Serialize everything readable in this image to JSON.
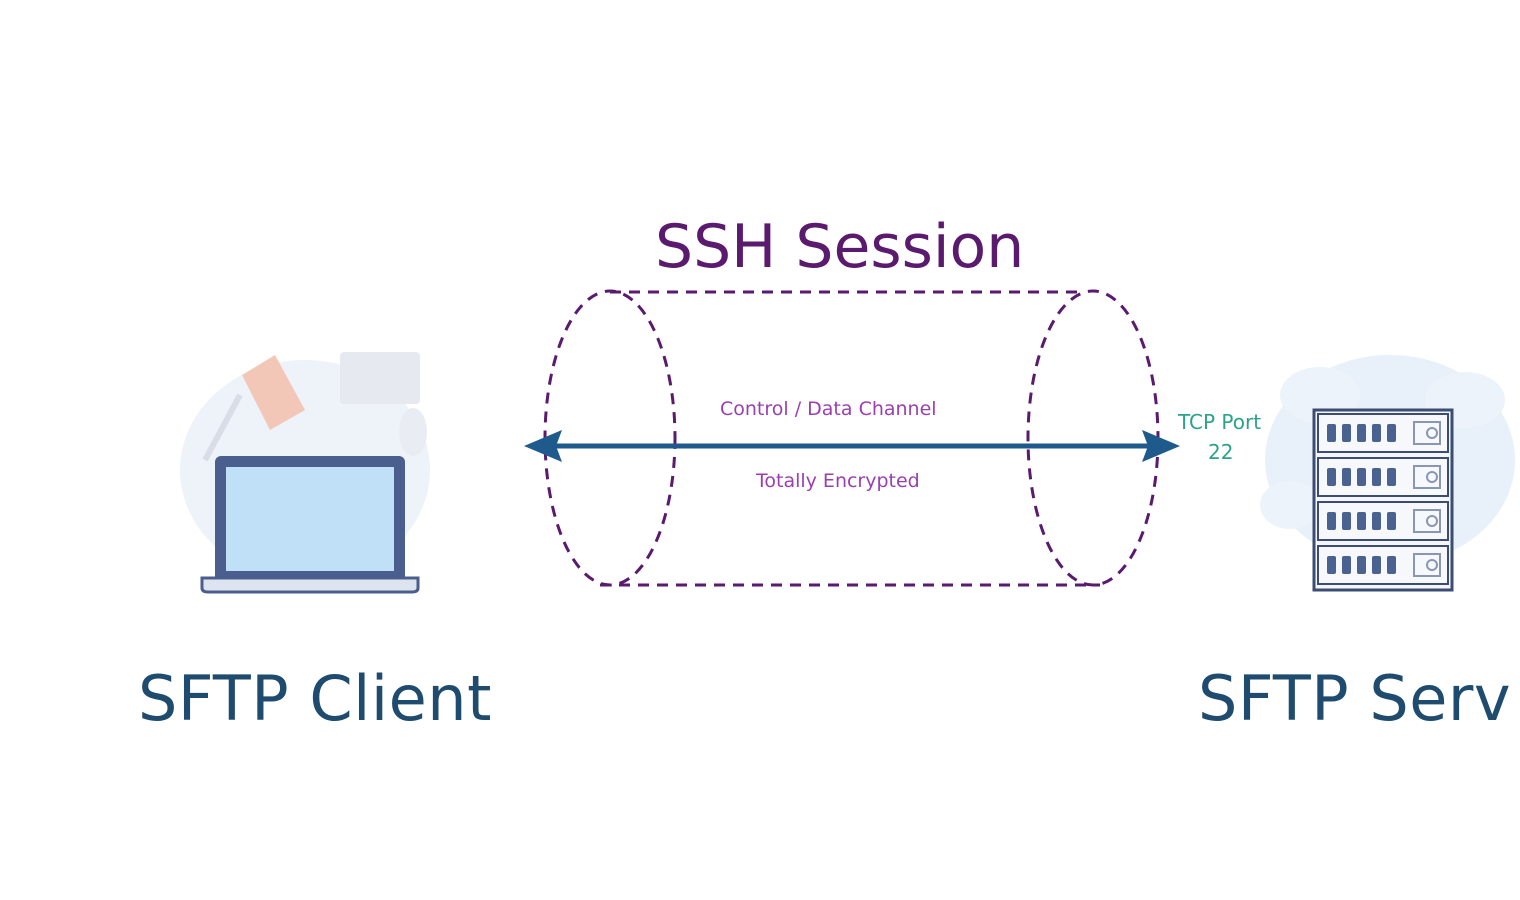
{
  "diagram": {
    "title": "SSH Session",
    "channel_label": "Control / Data Channel",
    "encryption_label": "Totally Encrypted",
    "port_line1": "TCP Port",
    "port_line2": "22",
    "client_label": "SFTP Client",
    "server_label": "SFTP Serv"
  },
  "colors": {
    "tunnel": "#5a1a6e",
    "arrow": "#1f5a8c",
    "label_blue": "#1f4b6e",
    "channel_text": "#9b3fb0",
    "port_text": "#2aa38a"
  },
  "icons": {
    "client": "laptop-icon",
    "server": "server-rack-icon"
  }
}
